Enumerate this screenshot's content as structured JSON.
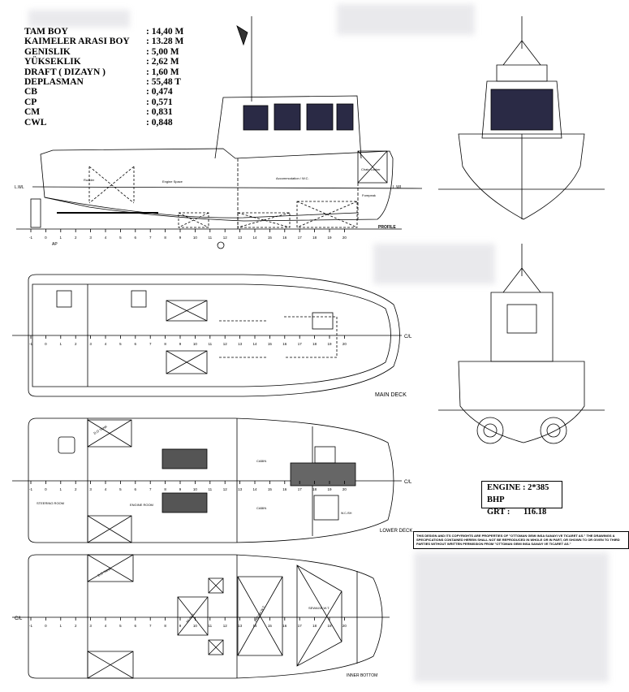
{
  "specs": [
    {
      "label": "TAM BOY",
      "value": ": 14,40 M"
    },
    {
      "label": "KAIMELER ARASI BOY",
      "value": ": 13.28 M"
    },
    {
      "label": "GENISLIK",
      "value": ":   5,00 M"
    },
    {
      "label": "YÜKSEKLIK",
      "value": ":   2,62 M"
    },
    {
      "label": "DRAFT ( DIZAYN )",
      "value": ":   1,60 M"
    },
    {
      "label": "DEPLASMAN",
      "value": ": 55,48 T"
    },
    {
      "label": "CB",
      "value": ":   0,474"
    },
    {
      "label": "CP",
      "value": ":   0,571"
    },
    {
      "label": "CM",
      "value": ":   0,831"
    },
    {
      "label": "CWL",
      "value": ":   0,848"
    }
  ],
  "profile": {
    "title": "PROFILE",
    "lwl": "L.WL",
    "ap": "AP",
    "rudder": "Rudder",
    "engine_space": "Engine Space",
    "accommodation": "Accommodation / W.C.",
    "chain_locker": "Chain Locker",
    "forepeak": "Forepeak",
    "frames": [
      "-1",
      "0",
      "1",
      "2",
      "3",
      "4",
      "5",
      "6",
      "7",
      "8",
      "9",
      "10",
      "11",
      "12",
      "13",
      "14",
      "15",
      "16",
      "17",
      "18",
      "19",
      "20"
    ]
  },
  "main_deck": {
    "title": "MAIN DECK",
    "cl": "C/L",
    "frames": [
      "-1",
      "0",
      "1",
      "2",
      "3",
      "4",
      "5",
      "6",
      "7",
      "8",
      "9",
      "10",
      "11",
      "12",
      "13",
      "14",
      "15",
      "16",
      "17",
      "18",
      "19",
      "20"
    ]
  },
  "lower_deck": {
    "title": "LOWER DECK",
    "cl": "C/L",
    "steering_room": "STEERING ROOM",
    "engine_room": "ENGINE ROOM",
    "cabin_1": "CABIN",
    "cabin_2": "CABIN",
    "do_tank": "D.O TANK",
    "wc": "W.C./SH",
    "frames": [
      "-1",
      "0",
      "1",
      "2",
      "3",
      "4",
      "5",
      "6",
      "7",
      "8",
      "9",
      "10",
      "11",
      "12",
      "13",
      "14",
      "15",
      "16",
      "17",
      "18",
      "19",
      "20"
    ]
  },
  "inner_bottom": {
    "title": "INNER BOTTOM",
    "cl": "C/L",
    "do_tank": "D.O TANK",
    "sewage": "SEWAGE W.T.",
    "fresh": "FRESH W.T.",
    "bilge": "BILGE T.",
    "frames": [
      "-1",
      "0",
      "1",
      "2",
      "3",
      "4",
      "5",
      "6",
      "7",
      "8",
      "9",
      "10",
      "11",
      "12",
      "13",
      "14",
      "15",
      "16",
      "17",
      "18",
      "19",
      "20"
    ]
  },
  "engine_box": {
    "engine": "ENGINE : 2*385 BHP",
    "grt_label": "GRT :",
    "grt_value": "116.18"
  },
  "note": "THIS DESIGN AND ITS COPYRIGHTS ARE PROPERTIES OF \"OTTOMAN GEMI INSA SANAYI VE TICARET AS.\" THE DRAWINGS & SPECIFICATIONS CONTAINED HEREIN SHALL NOT BE REPRODUCED IN WHOLE OR IN PART, OR SHOWN TO OR GIVEN TO THIRD PARTIES WITHOUT WRITTEN PERMISSION FROM \"OTTOMAN GEMI INSA SANAYI VE TICARET AS.\""
}
